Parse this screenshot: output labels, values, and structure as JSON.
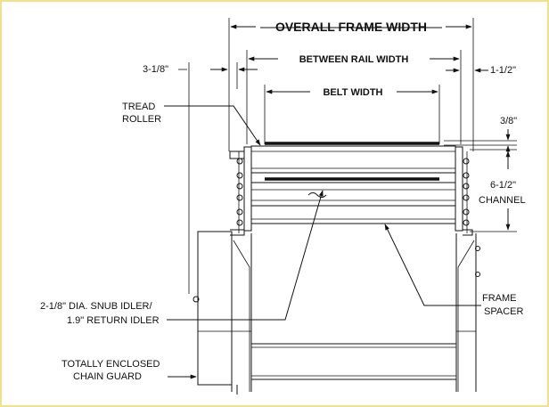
{
  "dimensions": {
    "overall_frame_width": "OVERALL FRAME WIDTH",
    "between_rail_width": "BETWEEN RAIL WIDTH",
    "belt_width": "BELT WIDTH",
    "left_offset": "3-1/8\"",
    "right_offset": "1-1/2\"",
    "belt_height": "3/8\"",
    "channel_height": "6-1/2\"",
    "channel_label": "CHANNEL"
  },
  "callouts": {
    "tread_roller_line1": "TREAD",
    "tread_roller_line2": "ROLLER",
    "snub_idler_line1": "2-1/8\" DIA. SNUB IDLER/",
    "snub_idler_line2": "1.9\" RETURN IDLER",
    "frame_spacer_line1": "FRAME",
    "frame_spacer_line2": "SPACER",
    "chain_guard_line1": "TOTALLY ENCLOSED",
    "chain_guard_line2": "CHAIN GUARD"
  },
  "colors": {
    "border": "#f3e08a",
    "ink": "#111111"
  }
}
